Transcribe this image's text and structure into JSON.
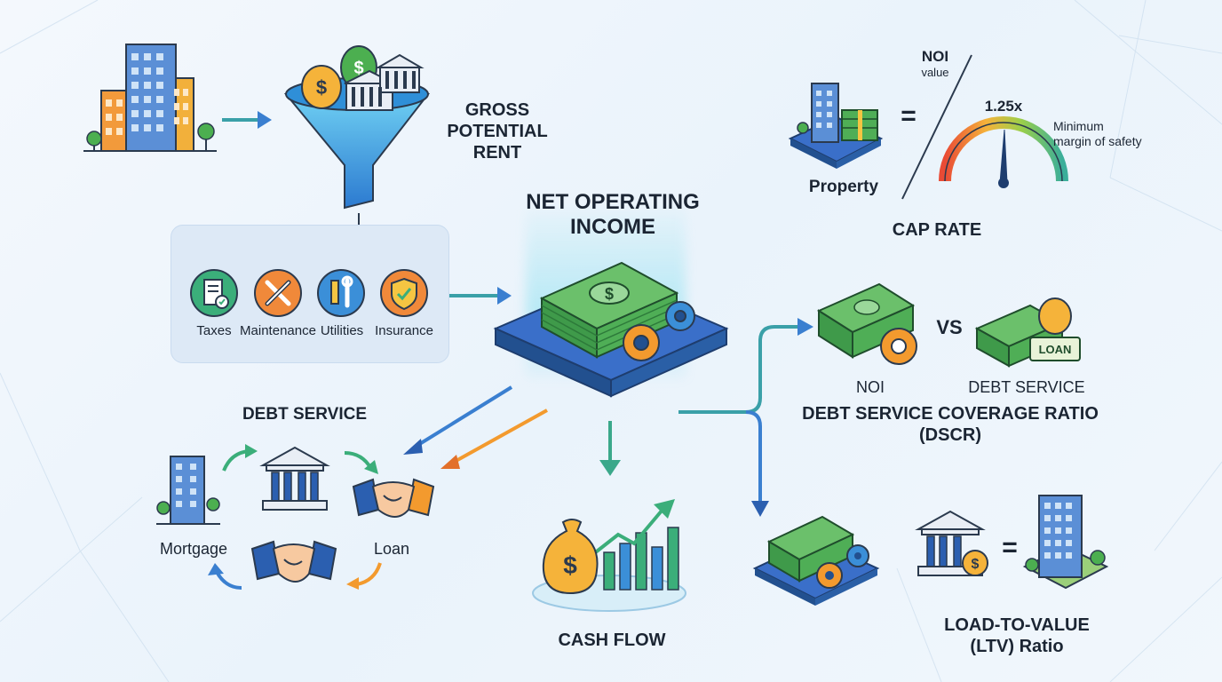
{
  "gross_potential_rent": {
    "label": "GROSS\nPOTENTIAL\nRENT"
  },
  "expenses": {
    "items": [
      {
        "label": "Taxes",
        "icon": "document-check-icon",
        "color": "#3bae7a"
      },
      {
        "label": "Maintenance",
        "icon": "wrench-screwdriver-icon",
        "color": "#f0893a"
      },
      {
        "label": "Utilities",
        "icon": "pencil-wrench-icon",
        "color": "#3b8fd8"
      },
      {
        "label": "Insurance",
        "icon": "shield-check-icon",
        "color": "#f0893a"
      }
    ]
  },
  "noi": {
    "title": "NET OPERATING\nINCOME"
  },
  "cap_rate": {
    "noi_label": "NOI",
    "value_label": "value",
    "gauge_value": "1.25x",
    "margin_label": "Minimum\nmargin of safety",
    "equals": "=",
    "property_label": "Property",
    "title": "CAP RATE"
  },
  "dscr": {
    "vs": "VS",
    "loan_tag": "LOAN",
    "noi_label": "NOI",
    "debt_label": "DEBT SERVICE",
    "title": "DEBT SERVICE COVERAGE RATIO\n(DSCR)"
  },
  "debt_service": {
    "title": "DEBT SERVICE",
    "mortgage_label": "Mortgage",
    "loan_label": "Loan"
  },
  "cash_flow": {
    "title": "CASH FLOW"
  },
  "ltv": {
    "equals": "=",
    "title": "LOAD-TO-VALUE\n(LTV) Ratio"
  },
  "colors": {
    "money_green": "#3fa45a",
    "accent_orange": "#f39a2e",
    "accent_blue": "#3a7fd0",
    "arrow_teal": "#3aa0a8"
  }
}
